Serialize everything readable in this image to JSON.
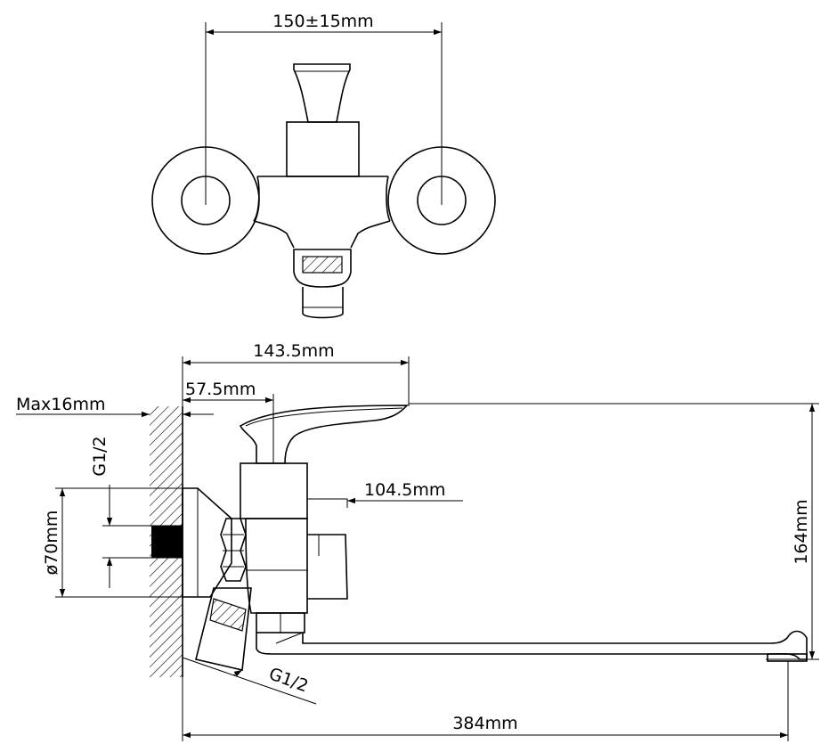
{
  "labels": {
    "top_width": "150±15mm",
    "spout_reach": "143.5mm",
    "handle_offset": "57.5mm",
    "max_depth": "Max16mm",
    "thread_top": "G1/2",
    "body_depth": "104.5mm",
    "diameter": "ø70mm",
    "height": "164mm",
    "thread_bottom": "G1/2",
    "total_length": "384mm"
  },
  "colors": {
    "line": "#000000",
    "background": "#ffffff"
  }
}
